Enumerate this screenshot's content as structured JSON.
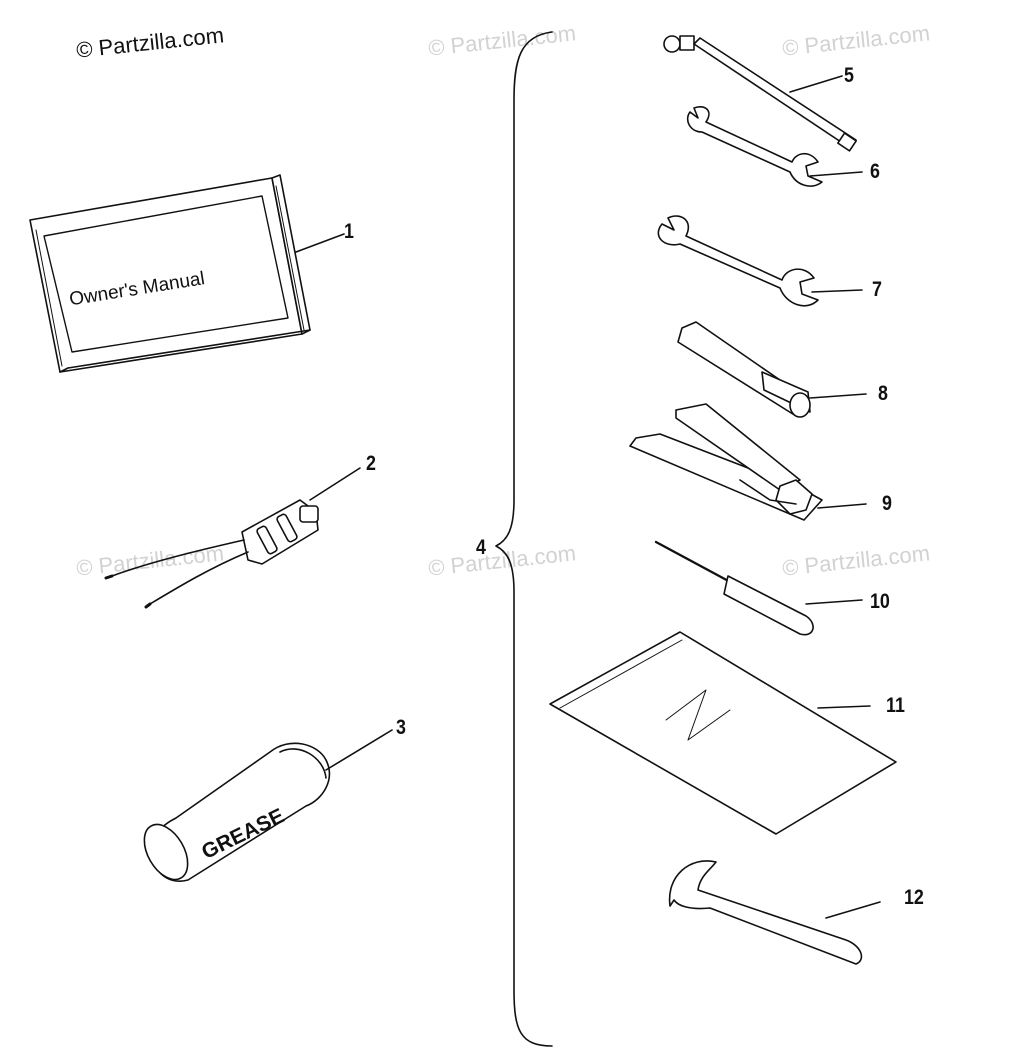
{
  "watermark": {
    "main": "© Partzilla.com",
    "faint": "© Partzilla.com"
  },
  "parts": {
    "manual_cover_text": "Owner's Manual",
    "grease_text": "GREASE",
    "callouts": [
      "1",
      "2",
      "3",
      "4",
      "5",
      "6",
      "7",
      "8",
      "9",
      "10",
      "11",
      "12"
    ]
  }
}
